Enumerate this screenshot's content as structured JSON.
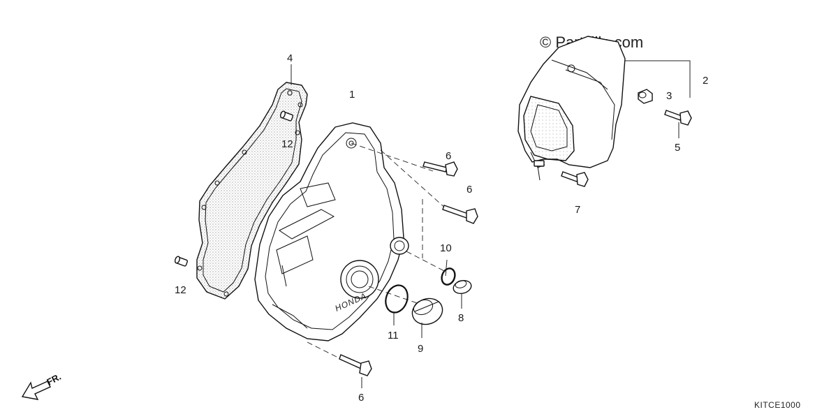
{
  "watermark": "© Partzilla.com",
  "diagram_code": "KITCE1000",
  "front_arrow_label": "FR.",
  "cover_brand": "HONDA",
  "callouts": {
    "c1": "1",
    "c2": "2",
    "c3": "3",
    "c4": "4",
    "c5": "5",
    "c6a": "6",
    "c6b": "6",
    "c6c": "6",
    "c7": "7",
    "c8": "8",
    "c9": "9",
    "c10": "10",
    "c11": "11",
    "c12a": "12",
    "c12b": "12"
  }
}
